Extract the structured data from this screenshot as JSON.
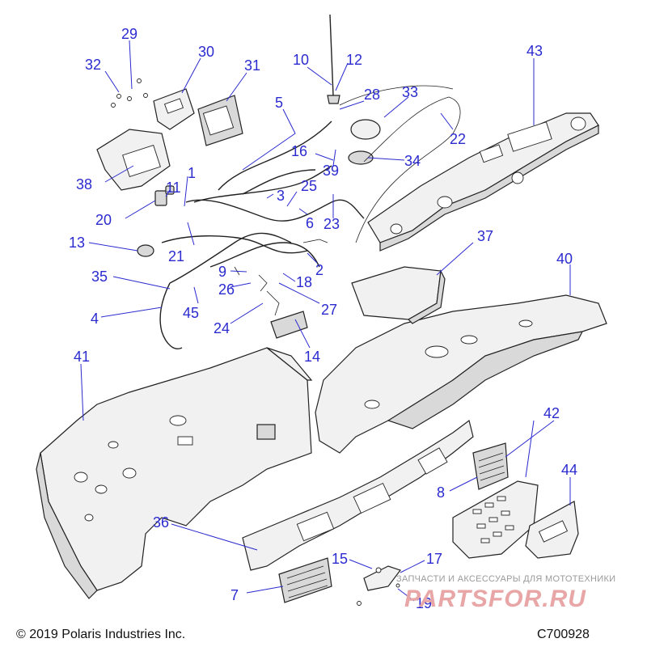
{
  "callouts": [
    {
      "id": "1",
      "label": "1"
    },
    {
      "id": "2",
      "label": "2"
    },
    {
      "id": "3",
      "label": "3"
    },
    {
      "id": "4",
      "label": "4"
    },
    {
      "id": "5",
      "label": "5"
    },
    {
      "id": "6",
      "label": "6"
    },
    {
      "id": "7",
      "label": "7"
    },
    {
      "id": "8",
      "label": "8"
    },
    {
      "id": "9",
      "label": "9"
    },
    {
      "id": "10",
      "label": "10"
    },
    {
      "id": "11",
      "label": "11"
    },
    {
      "id": "12",
      "label": "12"
    },
    {
      "id": "13",
      "label": "13"
    },
    {
      "id": "14",
      "label": "14"
    },
    {
      "id": "15",
      "label": "15"
    },
    {
      "id": "16",
      "label": "16"
    },
    {
      "id": "17",
      "label": "17"
    },
    {
      "id": "18",
      "label": "18"
    },
    {
      "id": "19",
      "label": "19"
    },
    {
      "id": "20",
      "label": "20"
    },
    {
      "id": "21",
      "label": "21"
    },
    {
      "id": "22",
      "label": "22"
    },
    {
      "id": "23",
      "label": "23"
    },
    {
      "id": "24",
      "label": "24"
    },
    {
      "id": "25",
      "label": "25"
    },
    {
      "id": "26",
      "label": "26"
    },
    {
      "id": "27",
      "label": "27"
    },
    {
      "id": "28",
      "label": "28"
    },
    {
      "id": "29",
      "label": "29"
    },
    {
      "id": "30",
      "label": "30"
    },
    {
      "id": "31",
      "label": "31"
    },
    {
      "id": "32",
      "label": "32"
    },
    {
      "id": "33",
      "label": "33"
    },
    {
      "id": "34",
      "label": "34"
    },
    {
      "id": "35",
      "label": "35"
    },
    {
      "id": "36",
      "label": "36"
    },
    {
      "id": "37",
      "label": "37"
    },
    {
      "id": "38",
      "label": "38"
    },
    {
      "id": "39",
      "label": "39"
    },
    {
      "id": "40",
      "label": "40"
    },
    {
      "id": "41",
      "label": "41"
    },
    {
      "id": "42",
      "label": "42"
    },
    {
      "id": "43",
      "label": "43"
    },
    {
      "id": "44",
      "label": "44"
    },
    {
      "id": "45",
      "label": "45"
    }
  ],
  "footer": {
    "copyright": "© 2019 Polaris Industries Inc.",
    "code": "C700928"
  },
  "watermark": {
    "tagline": "ЗАПЧАСТИ И АКСЕССУАРЫ ДЛЯ МОТОТЕХНИКИ",
    "brand": "PARTSFOR.RU"
  },
  "colors": {
    "callout": "#2b2bd0",
    "line_art": "#222222",
    "watermark": "#e8a6a6"
  }
}
